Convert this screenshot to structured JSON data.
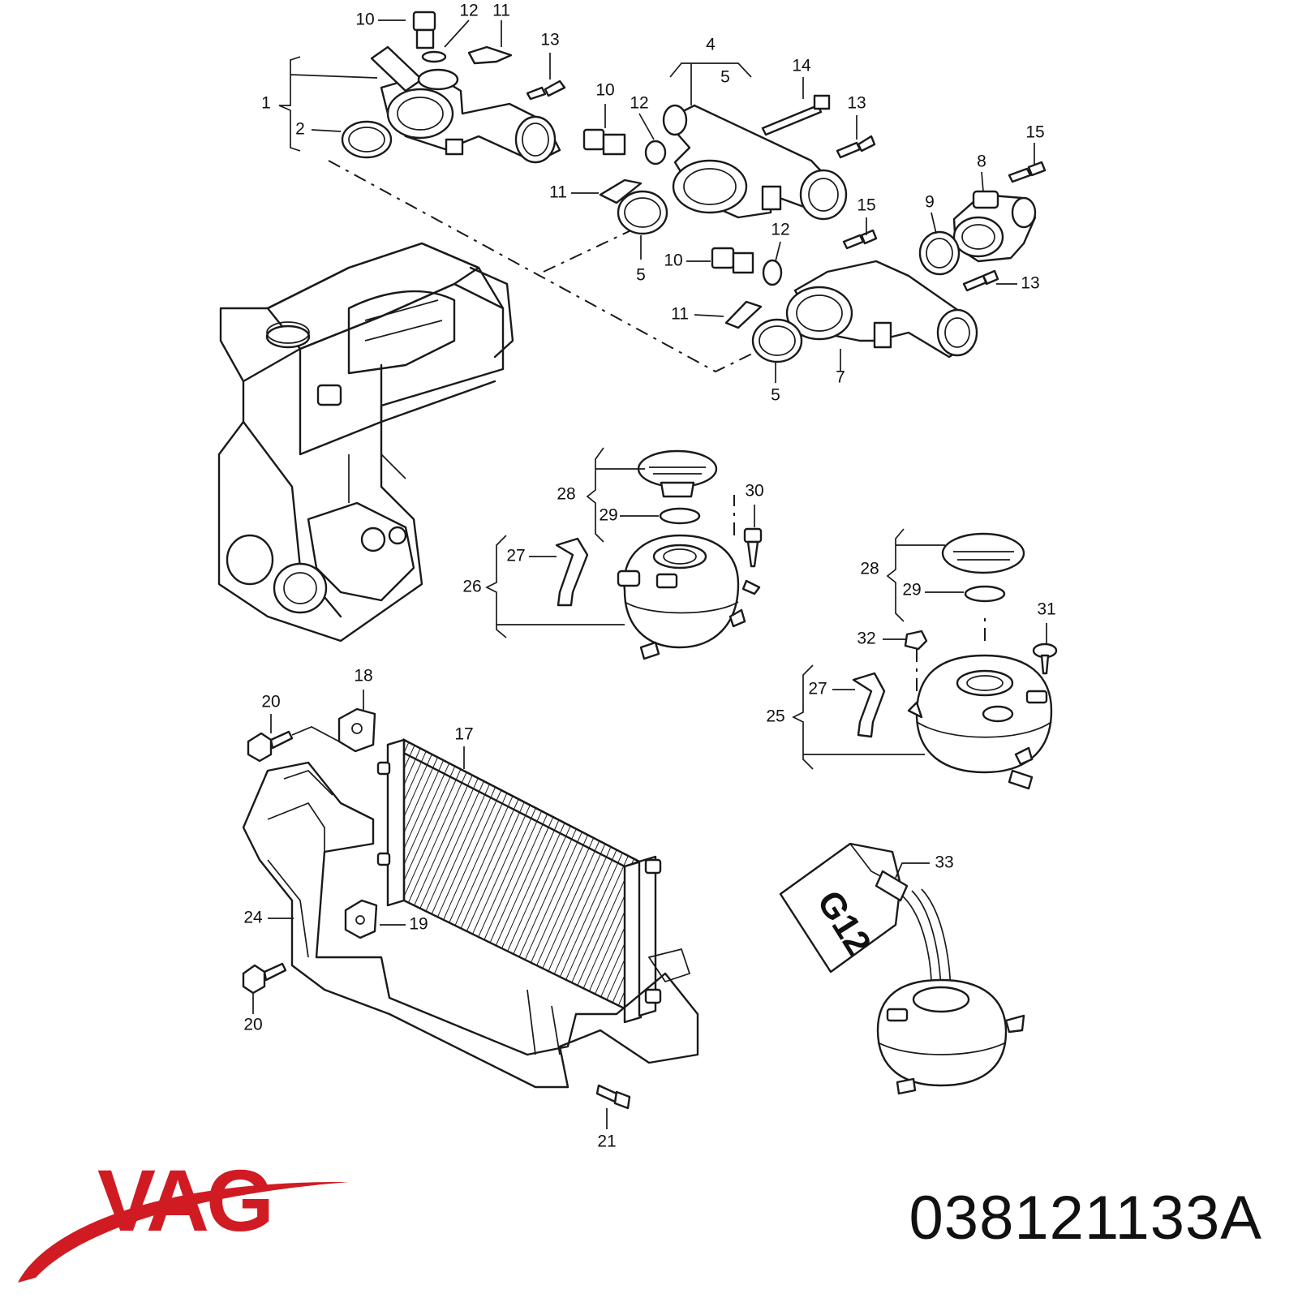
{
  "brand": {
    "logo_text": "VAG",
    "color": "#d01b22"
  },
  "part_number": "038121133A",
  "can_label": "G12",
  "callouts": [
    {
      "id": "c1",
      "text": "1"
    },
    {
      "id": "c2",
      "text": "2"
    },
    {
      "id": "c10a",
      "text": "10"
    },
    {
      "id": "c12a",
      "text": "12"
    },
    {
      "id": "c11a",
      "text": "11"
    },
    {
      "id": "c13a",
      "text": "13"
    },
    {
      "id": "c4",
      "text": "4"
    },
    {
      "id": "c5a",
      "text": "5"
    },
    {
      "id": "c14",
      "text": "14"
    },
    {
      "id": "c10b",
      "text": "10"
    },
    {
      "id": "c12b",
      "text": "12"
    },
    {
      "id": "c13b",
      "text": "13"
    },
    {
      "id": "c15a",
      "text": "15"
    },
    {
      "id": "c8",
      "text": "8"
    },
    {
      "id": "c11b",
      "text": "11"
    },
    {
      "id": "c5b",
      "text": "5"
    },
    {
      "id": "c15b",
      "text": "15"
    },
    {
      "id": "c9",
      "text": "9"
    },
    {
      "id": "c12c",
      "text": "12"
    },
    {
      "id": "c10c",
      "text": "10"
    },
    {
      "id": "c13c",
      "text": "13"
    },
    {
      "id": "c11c",
      "text": "11"
    },
    {
      "id": "c7",
      "text": "7"
    },
    {
      "id": "c5c",
      "text": "5"
    },
    {
      "id": "c28a",
      "text": "28"
    },
    {
      "id": "c30",
      "text": "30"
    },
    {
      "id": "c29a",
      "text": "29"
    },
    {
      "id": "c27a",
      "text": "27"
    },
    {
      "id": "c26",
      "text": "26"
    },
    {
      "id": "c28b",
      "text": "28"
    },
    {
      "id": "c29b",
      "text": "29"
    },
    {
      "id": "c31",
      "text": "31"
    },
    {
      "id": "c32",
      "text": "32"
    },
    {
      "id": "c27b",
      "text": "27"
    },
    {
      "id": "c25",
      "text": "25"
    },
    {
      "id": "c18",
      "text": "18"
    },
    {
      "id": "c20a",
      "text": "20"
    },
    {
      "id": "c17",
      "text": "17"
    },
    {
      "id": "c33",
      "text": "33"
    },
    {
      "id": "c24",
      "text": "24"
    },
    {
      "id": "c19",
      "text": "19"
    },
    {
      "id": "c20b",
      "text": "20"
    },
    {
      "id": "c21",
      "text": "21"
    }
  ]
}
